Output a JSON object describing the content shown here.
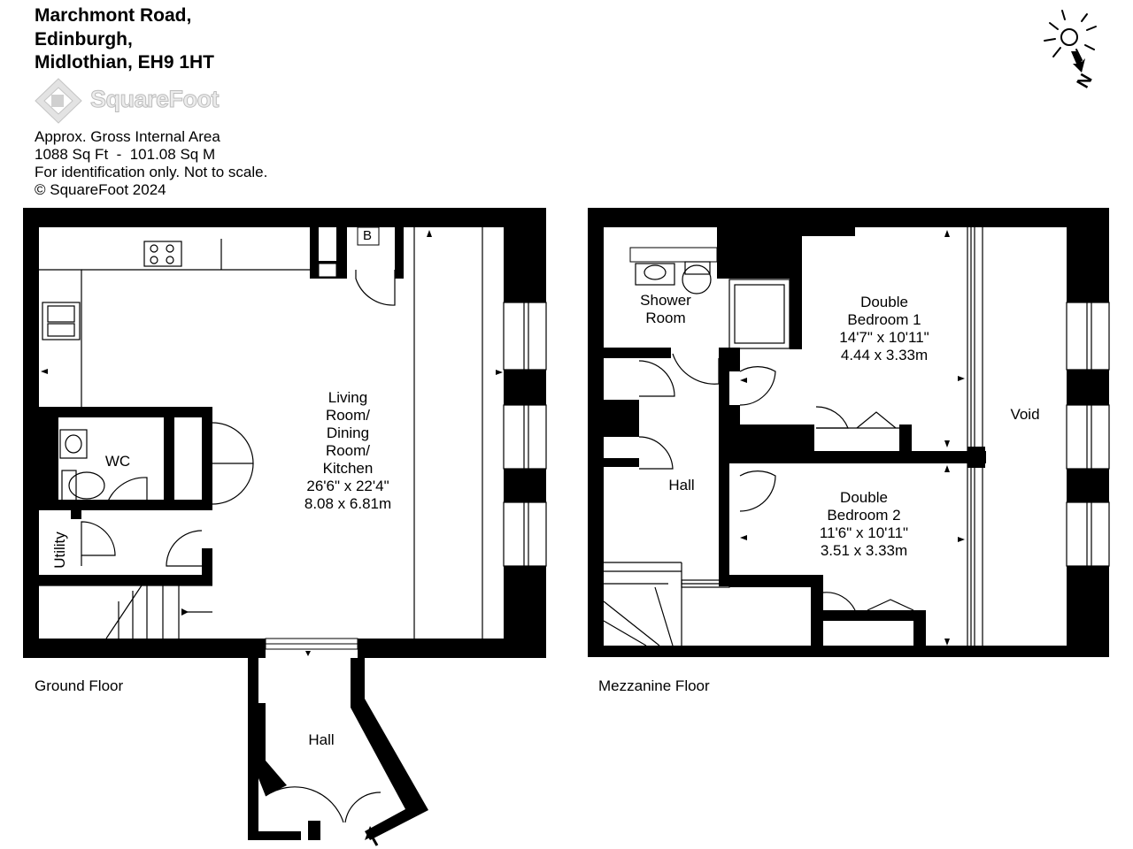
{
  "address": [
    "Marchmont Road,",
    "Edinburgh,",
    "Midlothian, EH9 1HT"
  ],
  "logo": {
    "text": "SquareFoot"
  },
  "area_info": [
    "Approx. Gross Internal Area",
    "1088 Sq Ft  -  101.08 Sq M",
    "For identification only. Not to scale.",
    "© SquareFoot 2024"
  ],
  "compass": {
    "label": "N"
  },
  "floors": {
    "ground": "Ground Floor",
    "mezzanine": "Mezzanine Floor"
  },
  "ground_rooms": {
    "living": {
      "lines": [
        "Living",
        "Room/",
        "Dining",
        "Room/",
        "Kitchen",
        "26'6\" x 22'4\"",
        "8.08 x 6.81m"
      ]
    },
    "wc": "WC",
    "utility": "Utility",
    "hall": "Hall",
    "boiler": "B"
  },
  "mezz_rooms": {
    "shower": [
      "Shower",
      "Room"
    ],
    "bed1": [
      "Double",
      "Bedroom 1",
      "14'7\" x 10'11\"",
      "4.44 x 3.33m"
    ],
    "bed2": [
      "Double",
      "Bedroom 2",
      "11'6\" x 10'11\"",
      "3.51 x 3.33m"
    ],
    "hall": "Hall",
    "void": "Void"
  }
}
